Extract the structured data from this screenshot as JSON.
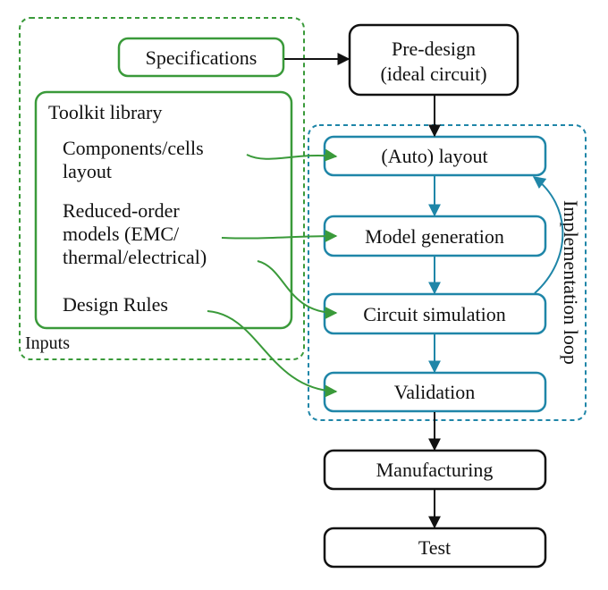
{
  "colors": {
    "green": "#3a9a3a",
    "blue": "#1f86a8",
    "black": "#111111"
  },
  "inputs_group": {
    "label": "Inputs",
    "specifications": "Specifications",
    "toolkit": {
      "title": "Toolkit library",
      "components_line1": "Components/cells",
      "components_line2": "layout",
      "rom_line1": "Reduced-order",
      "rom_line2": "models (EMC/",
      "rom_line3": "thermal/electrical)",
      "design_rules": "Design Rules"
    }
  },
  "predesign": {
    "line1": "Pre-design",
    "line2": "(ideal circuit)"
  },
  "loop": {
    "label": "Implementation loop",
    "auto_layout": "(Auto) layout",
    "model_generation": "Model generation",
    "circuit_simulation": "Circuit simulation",
    "validation": "Validation"
  },
  "manufacturing": "Manufacturing",
  "test": "Test"
}
